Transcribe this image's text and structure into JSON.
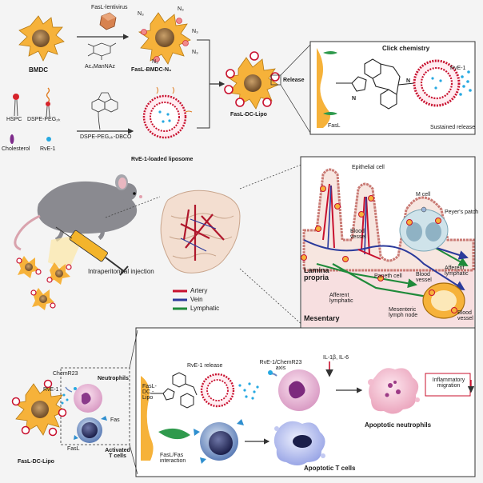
{
  "top": {
    "bmdc": "BMDC",
    "fasl_lentivirus": "FasL-lentivirus",
    "ac4mannaz": "Ac₄ManNAz",
    "fasl_bmdc_n3": "FasL-BMDC-N₃",
    "n3": "N₃",
    "hspc": "HSPC",
    "dspe_peg": "DSPE-PEG₂ₖ",
    "cholesterol": "Cholesterol",
    "rve1": "RvE-1",
    "dspe_peg_dbco": "DSPE-PEG₂ₖ-DBCO",
    "rve1_liposome": "RvE-1-loaded liposome",
    "release": "Release",
    "fasl_dc_lipo": "FasL-DC-Lipo",
    "click_chemistry": "Click chemistry",
    "click_rve1": "RvE-1",
    "click_fasl": "FasL",
    "sustained_release": "Sustained release",
    "n_atom": "N"
  },
  "middle": {
    "ip_injection": "Intraperitoneal injection",
    "legend": [
      {
        "label": "Artery",
        "color": "#c8102e"
      },
      {
        "label": "Vein",
        "color": "#2b3a9b"
      },
      {
        "label": "Lymphatic",
        "color": "#1f8a3a"
      }
    ],
    "epithelial_cell": "Epithelial cell",
    "m_cell": "M cell",
    "peyers_patch": "Peyer's patch",
    "blood_vessel_1": "Blood vessel",
    "blood_vessel_2": "Blood vessel",
    "blood_vessel_3": "Blood vessel",
    "afferent_lymphatic_1": "Afferent lymphatic",
    "afferent_lymphatic_2": "Afferent lymphatic",
    "paneth_cell": "Paneth cell",
    "lamina_propria": "Lamina propria",
    "mesentary": "Mesentary",
    "mesenteric_lymph_node": "Mesenteric lymph node"
  },
  "bottom": {
    "chemr23": "ChemR23",
    "rve1": "RvE-1",
    "neutrophils": "Neutrophils",
    "fas": "Fas",
    "fasl": "FasL",
    "activated_t_cells": "Activated T cells",
    "fasl_dc_lipo": "FasL-DC-Lipo",
    "fasl_dc_lipo_panel": "FasL-DC -Lipo",
    "rve1_release": "RvE-1 release",
    "rve1_chemr23_axis": "RvE-1/ChemR23 axis",
    "il1b_il6": "IL-1β, IL-6",
    "inflammatory_migration": "Inflammatory migration",
    "apoptotic_neutrophils": "Apoptotic neutrophils",
    "fasl_fas_interaction": "FasL/Fas interaction",
    "apoptotic_t_cells": "Apoptotic T cells"
  }
}
